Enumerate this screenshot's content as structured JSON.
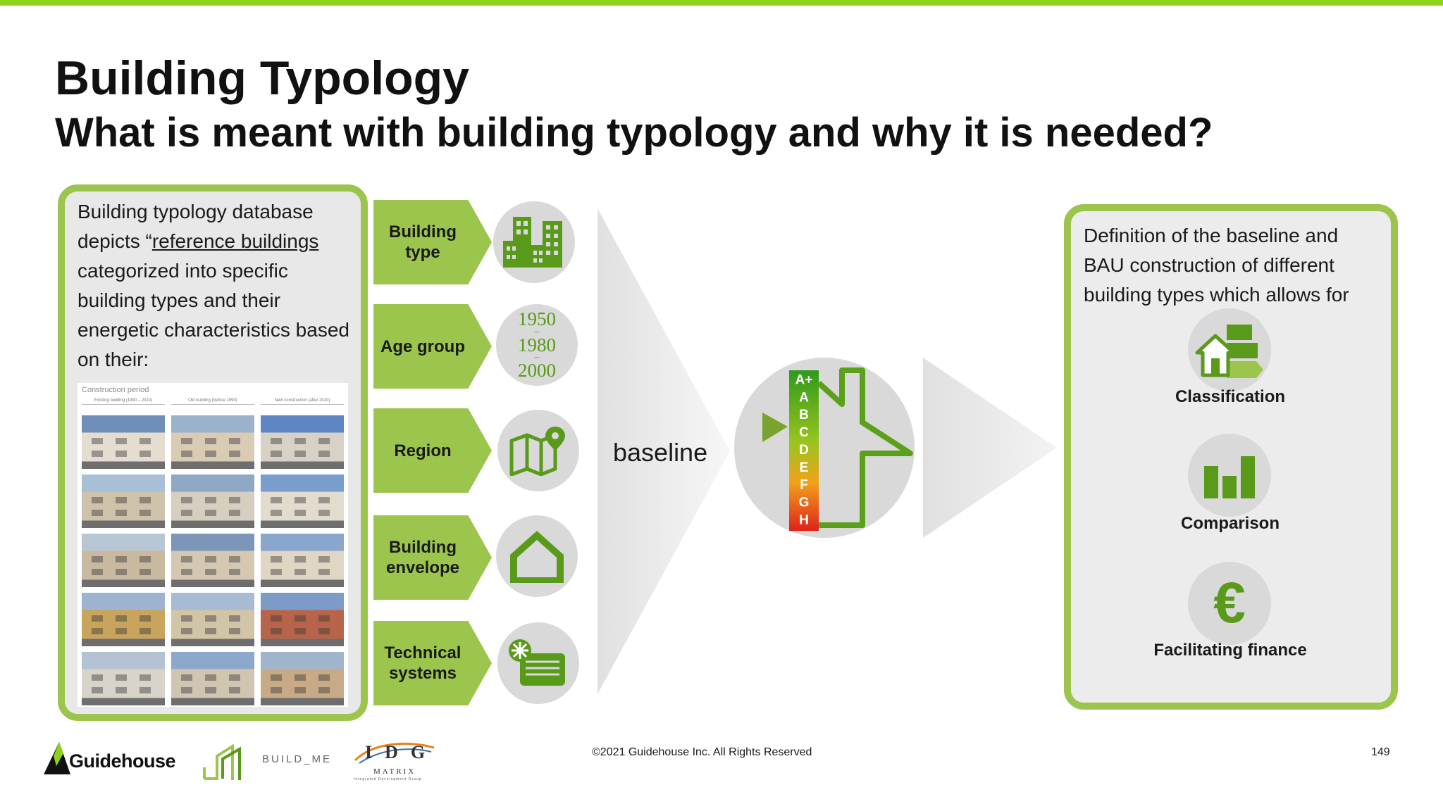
{
  "header": {
    "title": "Building Typology",
    "subtitle": "What is meant with building typology and why it is needed?"
  },
  "left_panel": {
    "text_before_link": "Building typology database depicts “",
    "link_text": "reference buildings",
    "text_after_link": " categorized into specific building types and their energetic characteristics based on their:",
    "photo_caption": "Construction period",
    "photo_columns": [
      "Existing building (1990 – 2010)",
      "Old building (before 1990)",
      "New construction (after 2010)"
    ]
  },
  "categories": [
    {
      "label": "Building type",
      "icon": "buildings-icon"
    },
    {
      "label": "Age group",
      "icon": "years-icon",
      "years": [
        "1950",
        "1980",
        "2000"
      ]
    },
    {
      "label": "Region",
      "icon": "map-pin-icon"
    },
    {
      "label": "Building envelope",
      "icon": "house-icon"
    },
    {
      "label": "Technical systems",
      "icon": "hvac-unit-icon"
    }
  ],
  "center": {
    "baseline_label": "baseline",
    "energy_classes": [
      "A+",
      "A",
      "B",
      "C",
      "D",
      "E",
      "F",
      "G",
      "H"
    ]
  },
  "right_panel": {
    "text": "Definition of the baseline and BAU construction of different building types which allows for",
    "items": [
      {
        "label": "Classification",
        "icon": "classification-icon"
      },
      {
        "label": "Comparison",
        "icon": "bar-chart-icon"
      },
      {
        "label": "Facilitating finance",
        "icon": "euro-icon"
      }
    ]
  },
  "footer": {
    "copyright": "©2021 Guidehouse Inc. All Rights Reserved",
    "page_number": "149",
    "logos": {
      "guidehouse": "Guidehouse",
      "build_me": "BUILD_ME",
      "idg": "IDG",
      "idg_matrix": "MATRIX",
      "idg_sub": "Integrated Development Group"
    }
  },
  "colors": {
    "accent_green": "#8fd21c",
    "panel_green": "#9cc54e",
    "icon_green": "#5a9a1a"
  }
}
